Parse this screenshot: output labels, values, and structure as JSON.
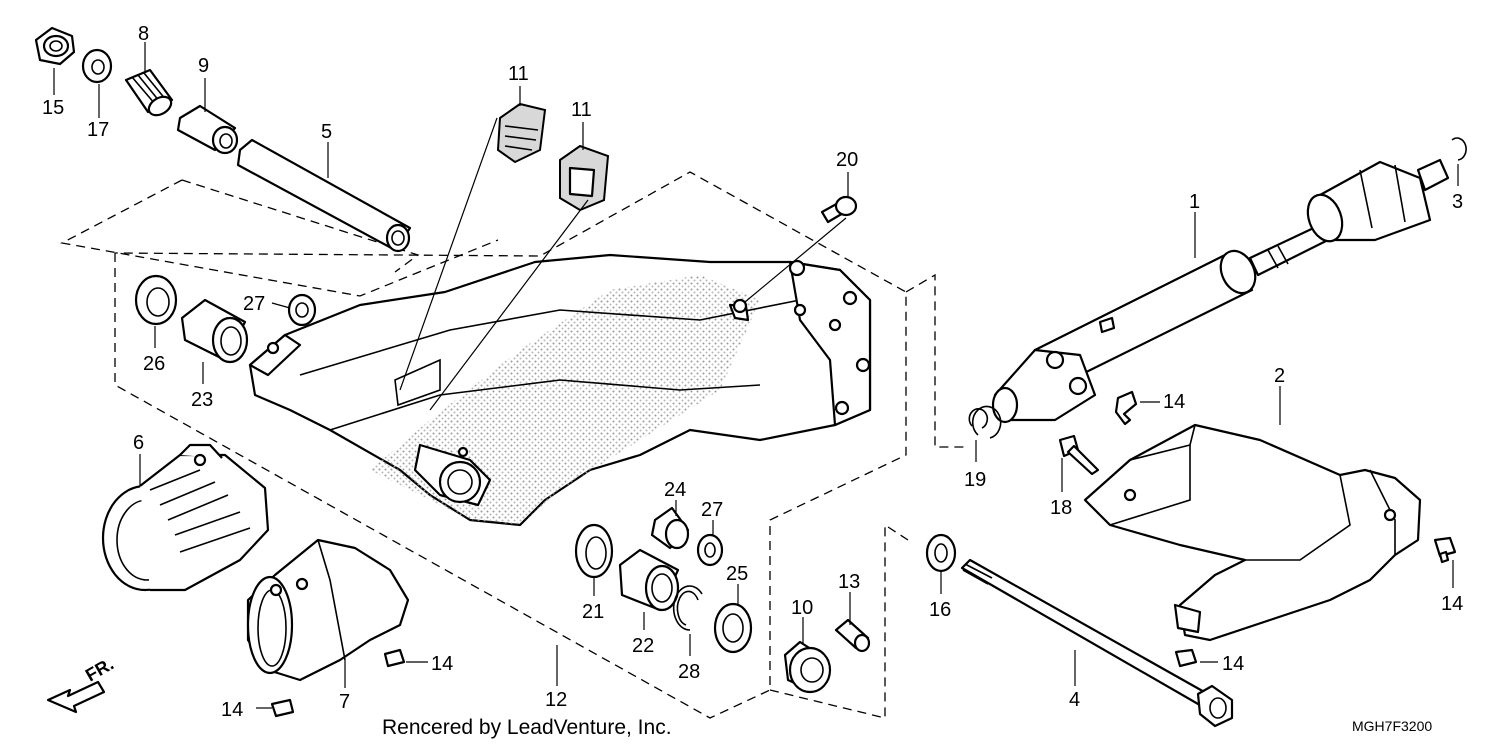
{
  "diagram": {
    "callouts": [
      {
        "id": "c15a",
        "text": "15"
      },
      {
        "id": "c17",
        "text": "17"
      },
      {
        "id": "c8",
        "text": "8"
      },
      {
        "id": "c9",
        "text": "9"
      },
      {
        "id": "c5",
        "text": "5"
      },
      {
        "id": "c11a",
        "text": "11"
      },
      {
        "id": "c11b",
        "text": "11"
      },
      {
        "id": "c20",
        "text": "20"
      },
      {
        "id": "c1",
        "text": "1"
      },
      {
        "id": "c3",
        "text": "3"
      },
      {
        "id": "c27a",
        "text": "27"
      },
      {
        "id": "c26",
        "text": "26"
      },
      {
        "id": "c23",
        "text": "23"
      },
      {
        "id": "c2",
        "text": "2"
      },
      {
        "id": "c14a",
        "text": "14"
      },
      {
        "id": "c19",
        "text": "19"
      },
      {
        "id": "c18",
        "text": "18"
      },
      {
        "id": "c6",
        "text": "6"
      },
      {
        "id": "c24",
        "text": "24"
      },
      {
        "id": "c27b",
        "text": "27"
      },
      {
        "id": "c25",
        "text": "25"
      },
      {
        "id": "c21",
        "text": "21"
      },
      {
        "id": "c22",
        "text": "22"
      },
      {
        "id": "c28",
        "text": "28"
      },
      {
        "id": "c10",
        "text": "10"
      },
      {
        "id": "c13",
        "text": "13"
      },
      {
        "id": "c16",
        "text": "16"
      },
      {
        "id": "c14b",
        "text": "14"
      },
      {
        "id": "c14c",
        "text": "14"
      },
      {
        "id": "c14d",
        "text": "14"
      },
      {
        "id": "c14e",
        "text": "14"
      },
      {
        "id": "c7",
        "text": "7"
      },
      {
        "id": "c12",
        "text": "12"
      },
      {
        "id": "c4",
        "text": "4"
      }
    ],
    "front_marker": "FR.",
    "footer_text": "Rencered by LeadVenture, Inc.",
    "diagram_code": "MGH7F3200"
  }
}
